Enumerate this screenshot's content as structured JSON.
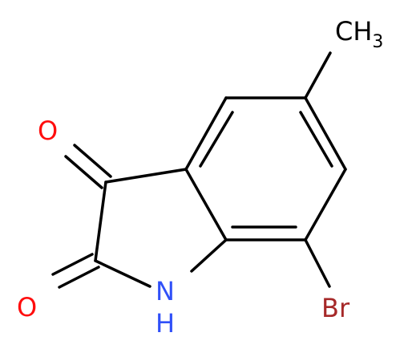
{
  "molecule": {
    "atom_labels": {
      "ch3": {
        "main": "CH",
        "sub": "3"
      },
      "o_upper": "O",
      "o_lower": "O",
      "nh": {
        "n": "N",
        "h": "H"
      },
      "br": "Br"
    },
    "colors": {
      "bond": "#000000",
      "carbon": "#000000",
      "oxygen": "#ff0d0d",
      "nitrogen": "#3050f8",
      "bromine": "#a62929"
    }
  }
}
